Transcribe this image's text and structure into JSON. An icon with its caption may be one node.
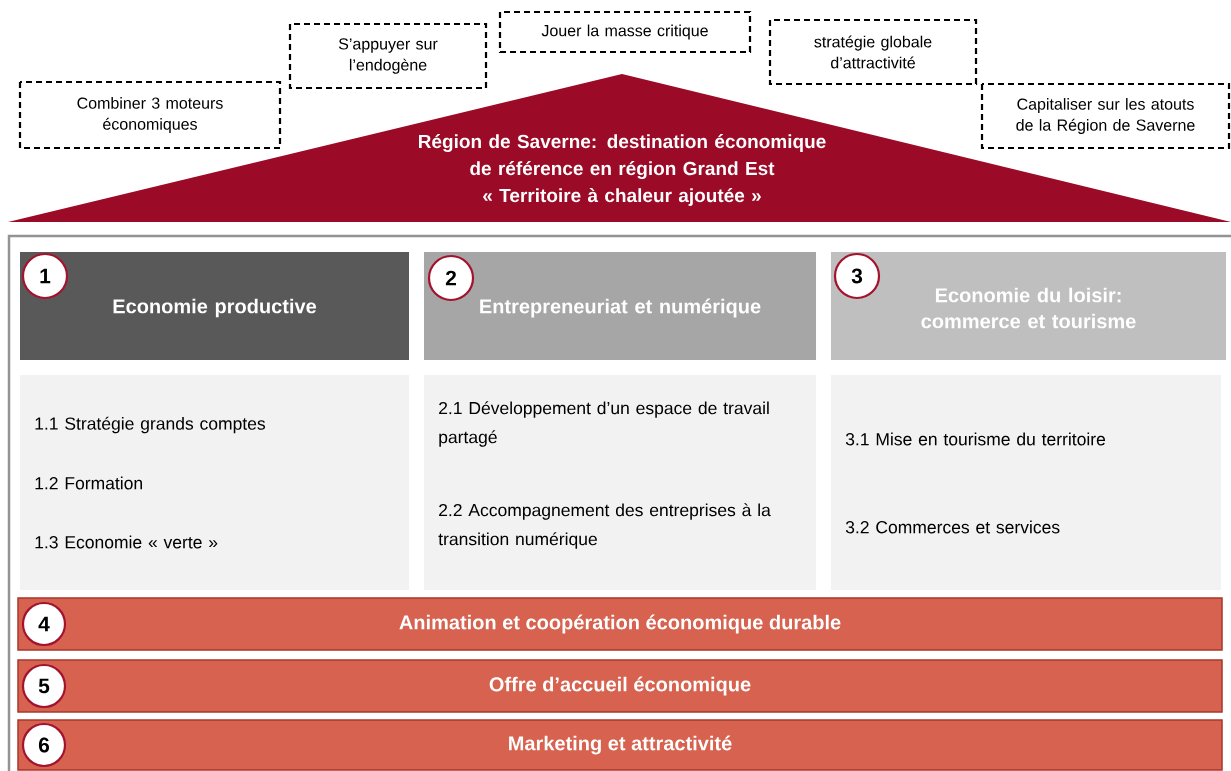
{
  "diagram": {
    "nodes": [
      {
        "text": [
          "Combiner 3 moteurs économiques"
        ]
      },
      {
        "text": [
          "S’appuyer sur l’endogène"
        ]
      },
      {
        "text": [
          "Jouer la masse critique"
        ]
      },
      {
        "text": [
          "stratégie globale d’attractivité"
        ]
      },
      {
        "text": [
          "Capitaliser sur les atouts de la Région de Saverne"
        ]
      },
      {
        "text": [
          "Région de Saverne: destination économique de référence en région Grand Est",
          "« Territoire à chaleur ajoutée »"
        ]
      },
      {
        "text": [
          "1"
        ],
        "in": 7
      },
      {
        "text": [
          "Economie productive"
        ]
      },
      {
        "text": [
          "2"
        ],
        "in": 9
      },
      {
        "text": [
          "Entrepreneuriat et numérique"
        ]
      },
      {
        "text": [
          "3"
        ],
        "in": 11
      },
      {
        "text": [
          "Economie du loisir: commerce et tourisme"
        ]
      },
      {
        "text": [
          "1.1 Stratégie grands comptes",
          "1.2 Formation",
          "1.3 Economie « verte »"
        ]
      },
      {
        "text": [
          "2.1 Développement d’un espace de travail partagé",
          "2.2 Accompagnement des entreprises à la transition numérique"
        ]
      },
      {
        "text": [
          "3.1 Mise en tourisme du territoire",
          "3.2 Commerces et services"
        ]
      },
      {
        "text": [
          "4"
        ],
        "in": 16
      },
      {
        "text": [
          "Animation et coopération économique durable"
        ]
      },
      {
        "text": [
          "5"
        ],
        "in": 18
      },
      {
        "text": [
          "Offre d’accueil économique"
        ]
      },
      {
        "text": [
          "6"
        ],
        "in": 20
      },
      {
        "text": [
          "Marketing et attractivité"
        ]
      }
    ],
    "edges": []
  }
}
